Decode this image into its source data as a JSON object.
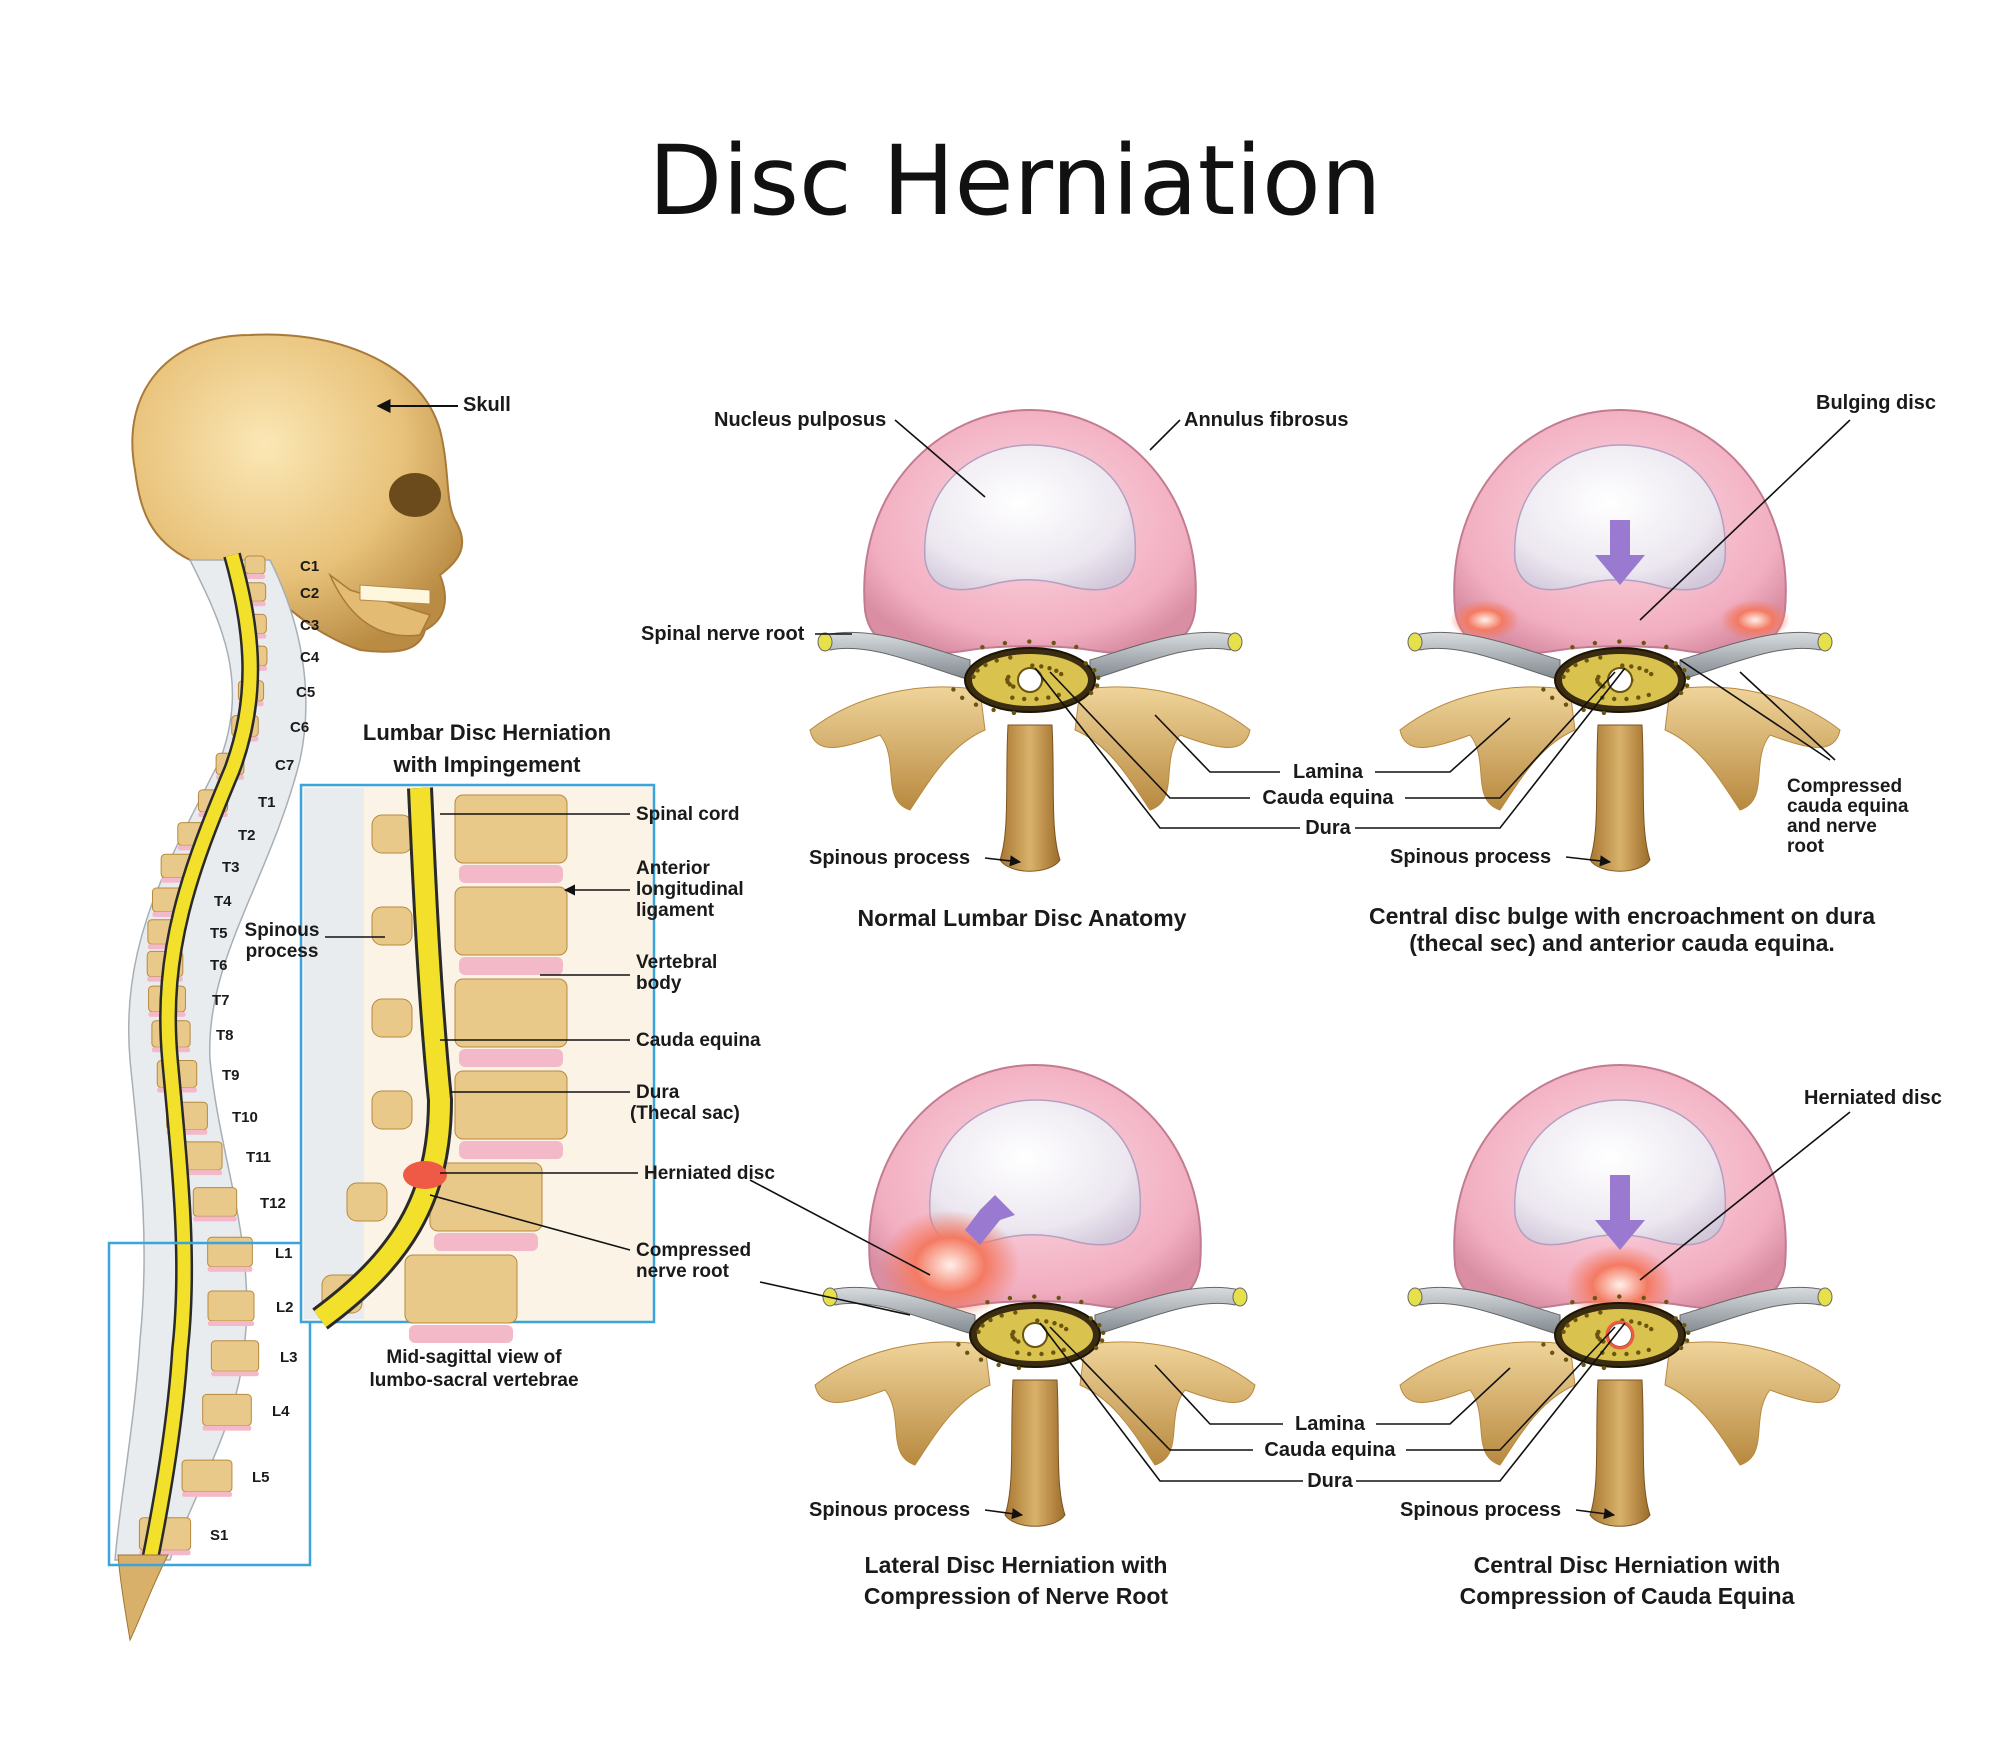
{
  "title": "Disc Herniation",
  "spine": {
    "skull_label": "Skull",
    "vertebra_labels": [
      "C1",
      "C2",
      "C3",
      "C4",
      "C5",
      "C6",
      "C7",
      "T1",
      "T2",
      "T3",
      "T4",
      "T5",
      "T6",
      "T7",
      "T8",
      "T9",
      "T10",
      "T11",
      "T12",
      "L1",
      "L2",
      "L3",
      "L4",
      "L5",
      "S1"
    ]
  },
  "lumbar_inset": {
    "heading_line1": "Lumbar Disc Herniation",
    "heading_line2": "with Impingement",
    "spinous_line1": "Spinous",
    "spinous_line2": "process",
    "spinal_cord": "Spinal cord",
    "anterior_line1": "Anterior",
    "anterior_line2": "longitudinal",
    "anterior_line3": "ligament",
    "vertebral_line1": "Vertebral",
    "vertebral_line2": "body",
    "cauda_equina": "Cauda equina",
    "dura_line1": "Dura",
    "dura_line2": "(Thecal sac)",
    "herniated_disc": "Herniated disc",
    "compressed_line1": "Compressed",
    "compressed_line2": "nerve root",
    "caption_line1": "Mid-sagittal view of",
    "caption_line2": "lumbo-sacral vertebrae"
  },
  "normal": {
    "nucleus": "Nucleus pulposus",
    "annulus": "Annulus fibrosus",
    "nerve_root": "Spinal nerve root",
    "spinous": "Spinous process",
    "caption": "Normal Lumbar Disc Anatomy"
  },
  "shared_top": {
    "lamina": "Lamina",
    "cauda": "Cauda equina",
    "dura": "Dura"
  },
  "bulge": {
    "bulging": "Bulging disc",
    "comp_line1": "Compressed",
    "comp_line2": "cauda equina",
    "comp_line3": "and nerve",
    "comp_line4": "root",
    "spinous": "Spinous process",
    "caption_line1": "Central disc bulge with encroachment on dura",
    "caption_line2": "(thecal sec) and anterior cauda equina."
  },
  "lateral": {
    "spinous": "Spinous process",
    "caption_line1": "Lateral Disc Herniation with",
    "caption_line2": "Compression of Nerve Root"
  },
  "shared_bottom": {
    "lamina": "Lamina",
    "cauda": "Cauda equina",
    "dura": "Dura"
  },
  "central": {
    "herniated": "Herniated disc",
    "spinous": "Spinous process",
    "caption_line1": "Central Disc Herniation with",
    "caption_line2": "Compression of Cauda Equina"
  },
  "colors": {
    "bone": "#e8c98a",
    "bone_dark": "#b8893f",
    "disc_pink": "#f3b9c9",
    "nucleus": "#eeeaf2",
    "cord_yellow": "#f2e02a",
    "nerve_gray": "#9da3a8",
    "herniation_red": "#ee5a45",
    "arrow_purple": "#9a7ad0",
    "frame_blue": "#3aa4dc"
  }
}
